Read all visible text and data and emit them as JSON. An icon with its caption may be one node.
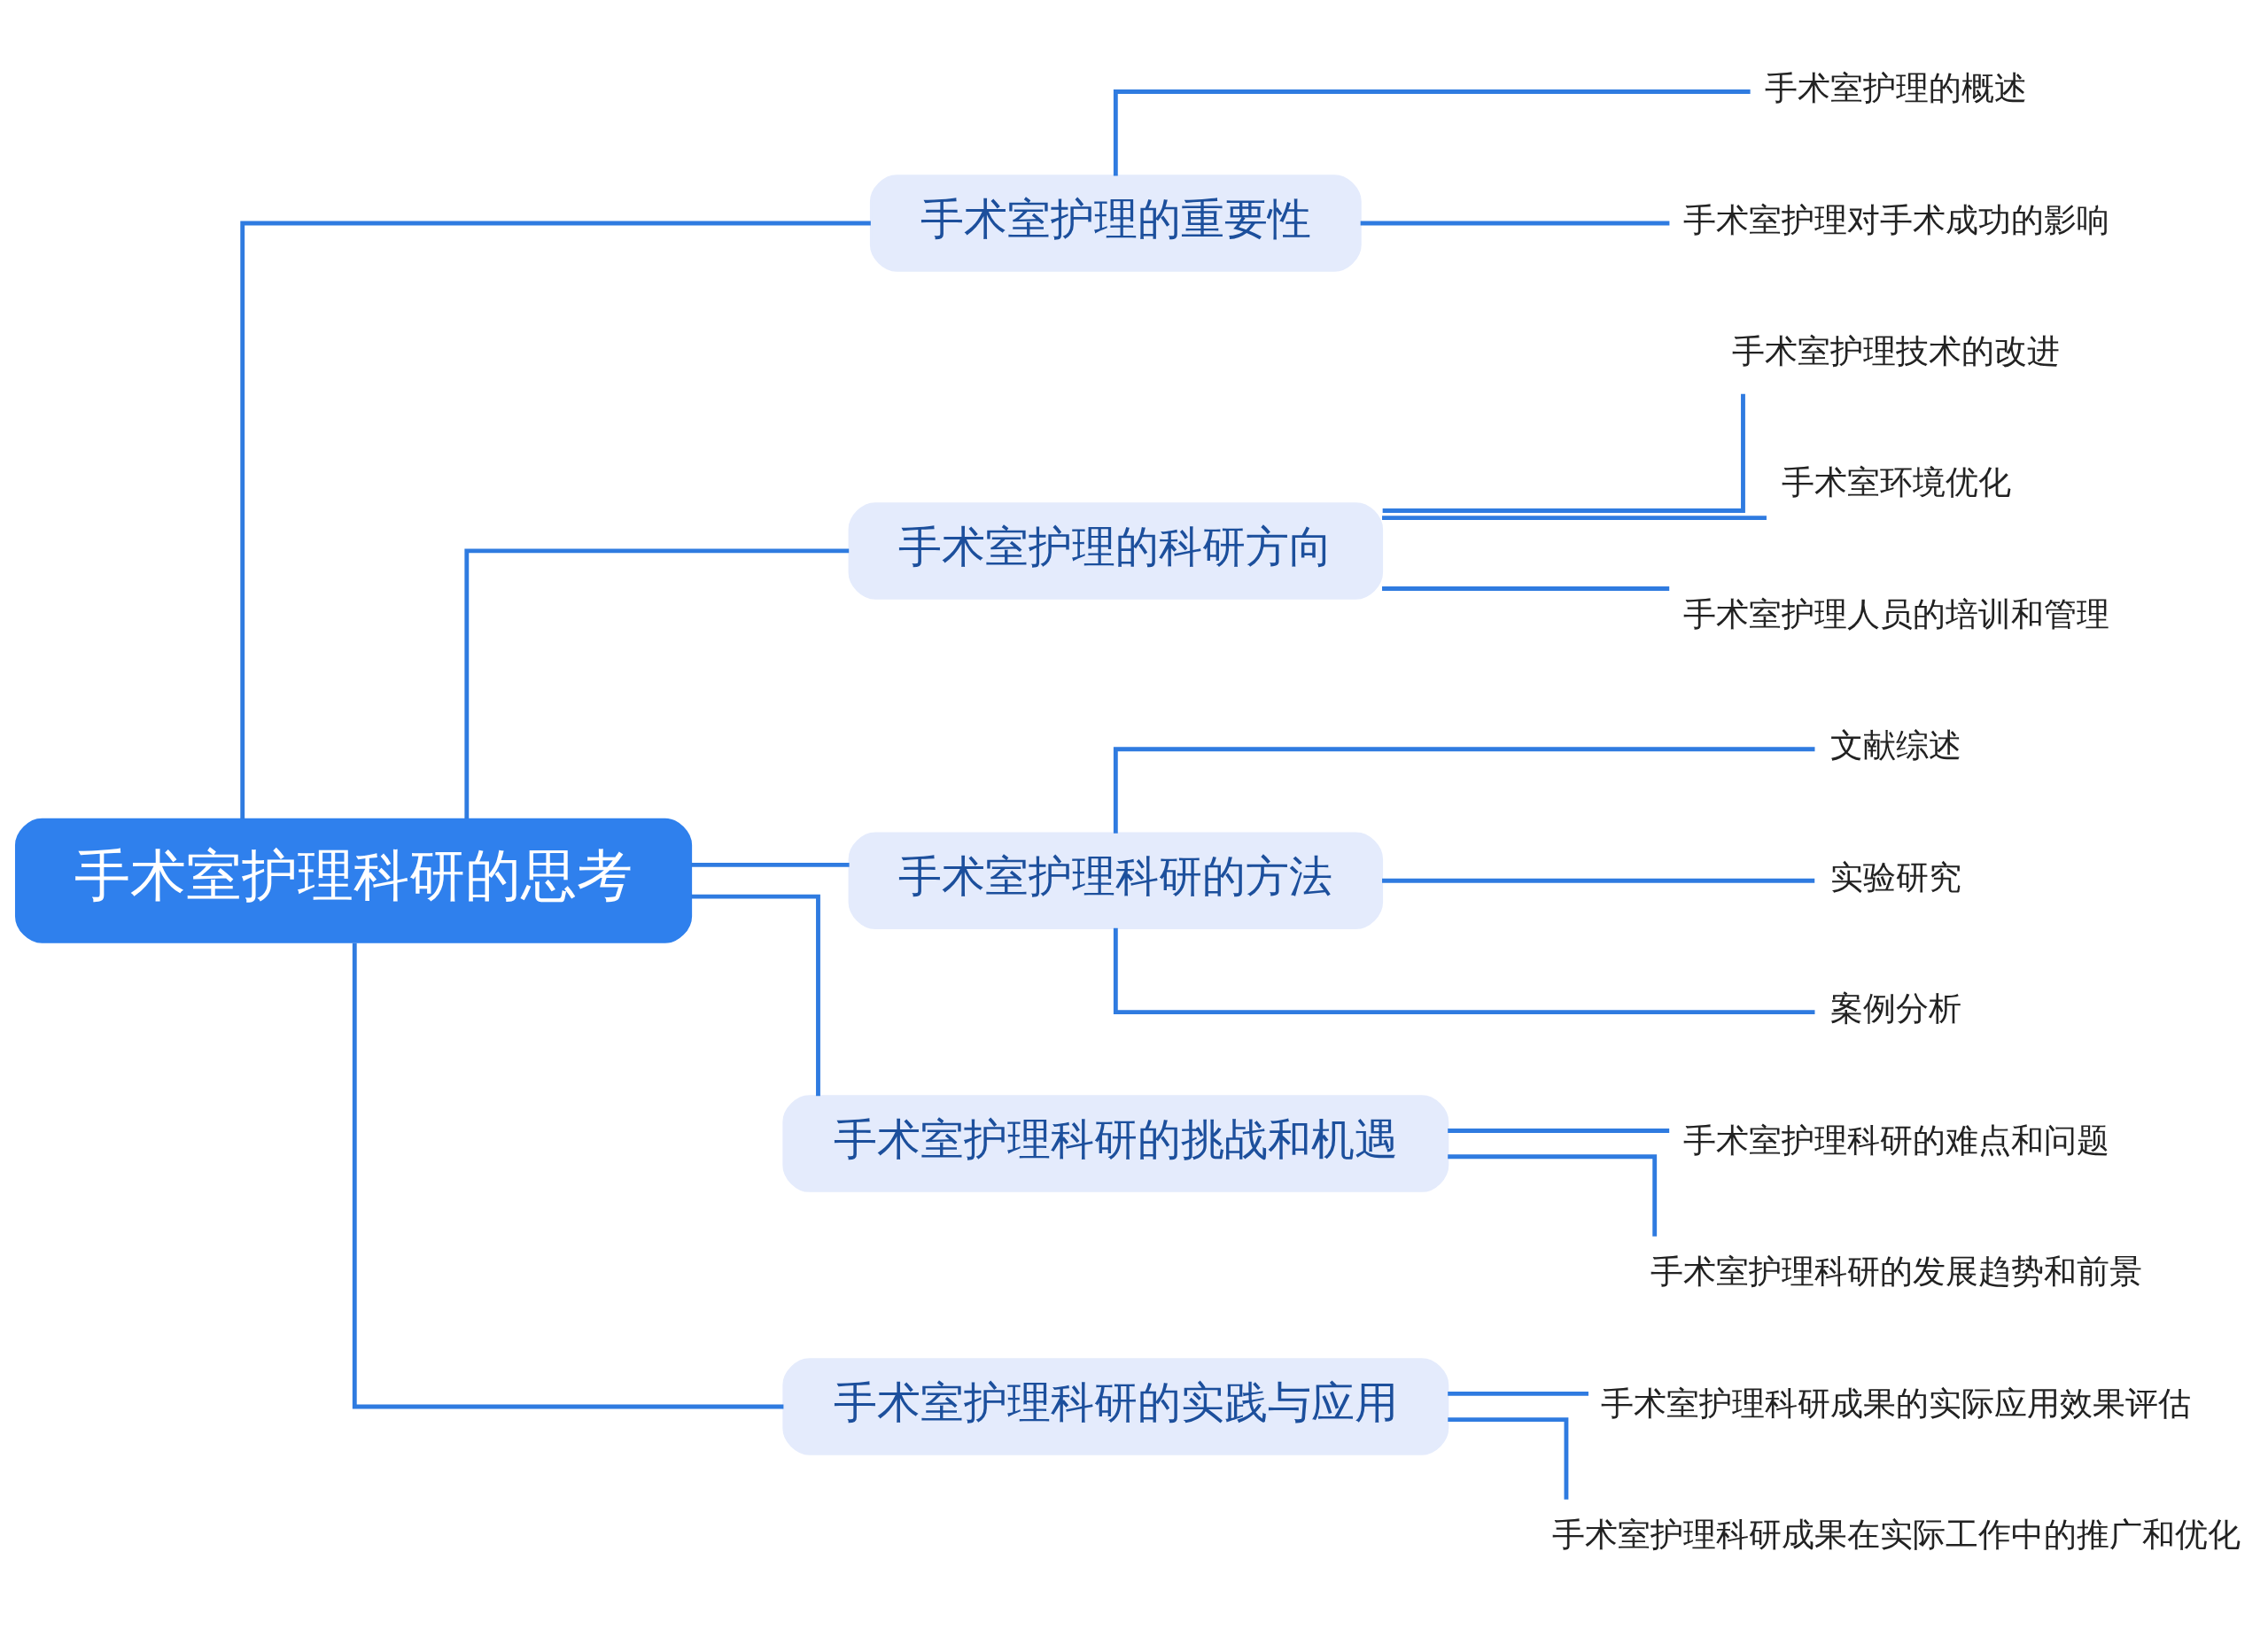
{
  "diagram": {
    "nodes": [
      {
        "text": [
          "手术室护理科研的思考"
        ]
      },
      {
        "text": [
          "手术室护理的重要性"
        ]
      },
      {
        "text": [
          "手术室护理的概述"
        ]
      },
      {
        "text": [
          "手术室护理对手术成功的影响"
        ]
      },
      {
        "text": [
          "手术室护理的科研方向"
        ]
      },
      {
        "text": [
          "手术室护理技术的改进"
        ]
      },
      {
        "text": [
          "手术室环境优化"
        ]
      },
      {
        "text": [
          "手术室护理人员的培训和管理"
        ]
      },
      {
        "text": [
          "手术室护理科研的方法"
        ]
      },
      {
        "text": [
          "文献综述"
        ]
      },
      {
        "text": [
          "实验研究"
        ]
      },
      {
        "text": [
          "案例分析"
        ]
      },
      {
        "text": [
          "手术室护理科研的挑战和机遇"
        ]
      },
      {
        "text": [
          "手术室护理科研的难点和问题"
        ]
      },
      {
        "text": [
          "手术室护理科研的发展趋势和前景"
        ]
      },
      {
        "text": [
          "手术室护理科研的实践与应用"
        ]
      },
      {
        "text": [
          "手术室护理科研成果的实际应用效果评估"
        ]
      },
      {
        "text": [
          "手术室护理科研成果在实际工作中的推广和优化"
        ]
      }
    ],
    "edges": [
      {
        "from": 0,
        "to": 1,
        "arrow": "none"
      },
      {
        "from": 1,
        "to": 2,
        "arrow": "none"
      },
      {
        "from": 1,
        "to": 3,
        "arrow": "none"
      },
      {
        "from": 0,
        "to": 4,
        "arrow": "none"
      },
      {
        "from": 4,
        "to": 5,
        "arrow": "none"
      },
      {
        "from": 4,
        "to": 6,
        "arrow": "none"
      },
      {
        "from": 4,
        "to": 7,
        "arrow": "none"
      },
      {
        "from": 0,
        "to": 8,
        "arrow": "none"
      },
      {
        "from": 8,
        "to": 9,
        "arrow": "none"
      },
      {
        "from": 8,
        "to": 10,
        "arrow": "none"
      },
      {
        "from": 8,
        "to": 11,
        "arrow": "none"
      },
      {
        "from": 0,
        "to": 12,
        "arrow": "none"
      },
      {
        "from": 12,
        "to": 13,
        "arrow": "none"
      },
      {
        "from": 12,
        "to": 14,
        "arrow": "none"
      },
      {
        "from": 0,
        "to": 15,
        "arrow": "none"
      },
      {
        "from": 15,
        "to": 16,
        "arrow": "none"
      },
      {
        "from": 15,
        "to": 17,
        "arrow": "none"
      }
    ]
  }
}
